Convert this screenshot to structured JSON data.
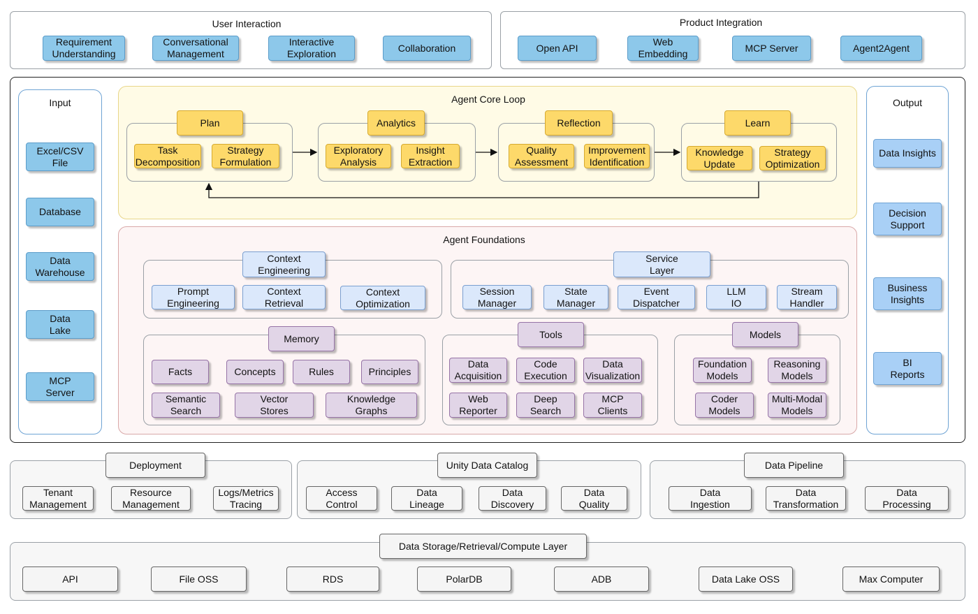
{
  "user_interaction": {
    "title": "User Interaction",
    "items": [
      "Requirement\nUnderstanding",
      "Conversational\nManagement",
      "Interactive\nExploration",
      "Collaboration"
    ]
  },
  "product_integration": {
    "title": "Product Integration",
    "items": [
      "Open API",
      "Web\nEmbedding",
      "MCP Server",
      "Agent2Agent"
    ]
  },
  "input": {
    "title": "Input",
    "items": [
      "Excel/CSV\nFile",
      "Database",
      "Data\nWarehouse",
      "Data\nLake",
      "MCP\nServer"
    ]
  },
  "output": {
    "title": "Output",
    "items": [
      "Data Insights",
      "Decision\nSupport",
      "Business\nInsights",
      "BI\nReports"
    ]
  },
  "core_loop": {
    "title": "Agent Core Loop",
    "stages": [
      {
        "name": "Plan",
        "items": [
          "Task\nDecomposition",
          "Strategy\nFormulation"
        ]
      },
      {
        "name": "Analytics",
        "items": [
          "Exploratory\nAnalysis",
          "Insight\nExtraction"
        ]
      },
      {
        "name": "Reflection",
        "items": [
          "Quality\nAssessment",
          "Improvement\nIdentification"
        ]
      },
      {
        "name": "Learn",
        "items": [
          "Knowledge\nUpdate",
          "Strategy\nOptimization"
        ]
      }
    ]
  },
  "foundations": {
    "title": "Agent Foundations",
    "context": {
      "name": "Context\nEngineering",
      "items": [
        "Prompt\nEngineering",
        "Context\nRetrieval",
        "Context\nOptimization"
      ]
    },
    "service": {
      "name": "Service\nLayer",
      "items": [
        "Session\nManager",
        "State\nManager",
        "Event\nDispatcher",
        "LLM\nIO",
        "Stream\nHandler"
      ]
    },
    "memory": {
      "name": "Memory",
      "items": [
        "Facts",
        "Concepts",
        "Rules",
        "Principles",
        "Semantic\nSearch",
        "Vector\nStores",
        "Knowledge\nGraphs"
      ]
    },
    "tools": {
      "name": "Tools",
      "items": [
        "Data\nAcquisition",
        "Code\nExecution",
        "Data\nVisualization",
        "Web\nReporter",
        "Deep\nSearch",
        "MCP\nClients"
      ]
    },
    "models": {
      "name": "Models",
      "items": [
        "Foundation\nModels",
        "Reasoning\nModels",
        "Coder\nModels",
        "Multi-Modal\nModels"
      ]
    }
  },
  "deployment": {
    "title": "Deployment",
    "items": [
      "Tenant\nManagement",
      "Resource\nManagement",
      "Logs/Metrics\nTracing"
    ]
  },
  "catalog": {
    "title": "Unity Data Catalog",
    "items": [
      "Access\nControl",
      "Data\nLineage",
      "Data\nDiscovery",
      "Data\nQuality"
    ]
  },
  "pipeline": {
    "title": "Data Pipeline",
    "items": [
      "Data\nIngestion",
      "Data\nTransformation",
      "Data\nProcessing"
    ]
  },
  "storage": {
    "title": "Data Storage/Retrieval/Compute Layer",
    "items": [
      "API",
      "File OSS",
      "RDS",
      "PolarDB",
      "ADB",
      "Data Lake OSS",
      "Max Computer"
    ]
  },
  "colors": {
    "blue_box": "#8dc8ea",
    "output_box": "#a9d0f6",
    "core_loop_bg": "#fffbe6",
    "core_box": "#fdd96a",
    "foundations_bg": "#fdf5f5",
    "context_box": "#dbe8fb",
    "memory_box": "#e1d5e7",
    "infra_box": "#f5f5f5"
  }
}
